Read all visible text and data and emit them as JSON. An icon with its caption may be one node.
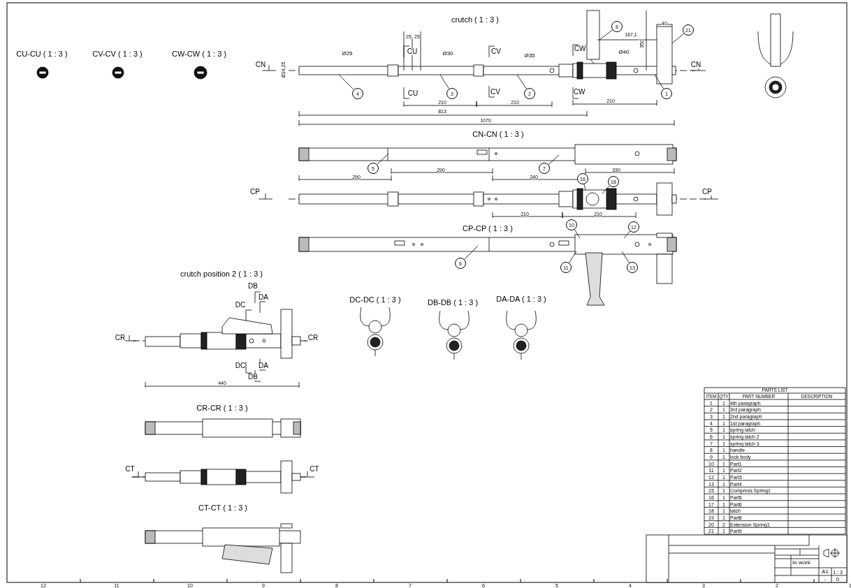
{
  "diagram": {
    "nodes": [
      {
        "text": [
          "4"
        ]
      },
      {
        "text": [
          "3"
        ]
      },
      {
        "text": [
          "2"
        ]
      },
      {
        "text": [
          "8"
        ]
      },
      {
        "text": [
          "21"
        ]
      },
      {
        "text": [
          "1"
        ]
      },
      {
        "text": [
          "5"
        ]
      },
      {
        "text": [
          "7"
        ]
      },
      {
        "text": [
          "16"
        ]
      },
      {
        "text": [
          "18"
        ]
      },
      {
        "text": [
          "10"
        ]
      },
      {
        "text": [
          "12"
        ]
      },
      {
        "text": [
          "6"
        ]
      },
      {
        "text": [
          "11"
        ]
      },
      {
        "text": [
          "13"
        ]
      }
    ],
    "edges": [
      {
        "from": 0,
        "to": null,
        "arrow": "none"
      },
      {
        "from": 1,
        "to": null,
        "arrow": "none"
      },
      {
        "from": 2,
        "to": null,
        "arrow": "none"
      },
      {
        "from": 3,
        "to": null,
        "arrow": "none"
      },
      {
        "from": 4,
        "to": null,
        "arrow": "none"
      },
      {
        "from": 5,
        "to": null,
        "arrow": "none"
      },
      {
        "from": 6,
        "to": null,
        "arrow": "none"
      },
      {
        "from": 7,
        "to": null,
        "arrow": "none"
      },
      {
        "from": 8,
        "to": null,
        "arrow": "none"
      },
      {
        "from": 9,
        "to": null,
        "arrow": "none"
      },
      {
        "from": 10,
        "to": null,
        "arrow": "none"
      },
      {
        "from": 11,
        "to": null,
        "arrow": "none"
      },
      {
        "from": 12,
        "to": null,
        "arrow": "none"
      },
      {
        "from": 13,
        "to": null,
        "arrow": "none"
      },
      {
        "from": 14,
        "to": null,
        "arrow": "none"
      }
    ],
    "labels": [
      "CU-CU ( 1 : 3 )",
      "CV-CV ( 1 : 3 )",
      "CW-CW ( 1 : 3 )",
      "crutch ( 1 : 3 )",
      "25",
      "25",
      "167,1",
      "40",
      "350",
      "Ø25",
      "Ø30",
      "CU",
      "CV",
      "CW",
      "Ø35",
      "Ø40",
      "CN",
      "Ø24,25",
      "CN",
      "CU",
      "CV",
      "CW",
      "210",
      "210",
      "210",
      "813",
      "1070",
      "CN-CN ( 1 : 3 )",
      "290",
      "330",
      "290",
      "240",
      "CP",
      "CP",
      "210",
      "210",
      "CP-CP ( 1 : 3 )",
      "crutch position 2 ( 1 : 3 )",
      "DB",
      "DA",
      "DC-DC ( 1 : 3 )",
      "DB-DB ( 1 : 3 )",
      "DA-DA ( 1 : 3 )",
      "DC",
      "CR",
      "CR",
      "DC",
      "DA",
      "DB",
      "440",
      "CR-CR ( 1 : 3 )",
      "CT",
      "CT",
      "CT-CT ( 1 : 3 )",
      "PARTS LIST",
      "ITEM",
      "QTY",
      "PART NUMBER",
      "DESCRIPTION",
      "1",
      "1",
      "4th paragraph",
      "2",
      "1",
      "3rd paragraph",
      "3",
      "1",
      "2nd paragraph",
      "4",
      "1",
      "1st paragraph",
      "5",
      "1",
      "spring latch",
      "6",
      "1",
      "spring latch 2",
      "7",
      "1",
      "spring latch 3",
      "8",
      "1",
      "handle",
      "9",
      "1",
      "lock body",
      "10",
      "1",
      "Part1",
      "11",
      "1",
      "Part2",
      "12",
      "1",
      "Part3",
      "13",
      "1",
      "Part4",
      "15",
      "1",
      "Compress Spring1",
      "16",
      "1",
      "Part5",
      "17",
      "1",
      "Part6",
      "18",
      "1",
      "latch",
      "19",
      "1",
      "Part8",
      "20",
      "2",
      "Extension Spring1",
      "21",
      "1",
      "Part9",
      "In work",
      "A1",
      "1 : 3",
      "-",
      "0",
      "12",
      "11",
      "10",
      "9",
      "8",
      "7",
      "6",
      "5",
      "4",
      "3",
      "2",
      "1"
    ]
  }
}
